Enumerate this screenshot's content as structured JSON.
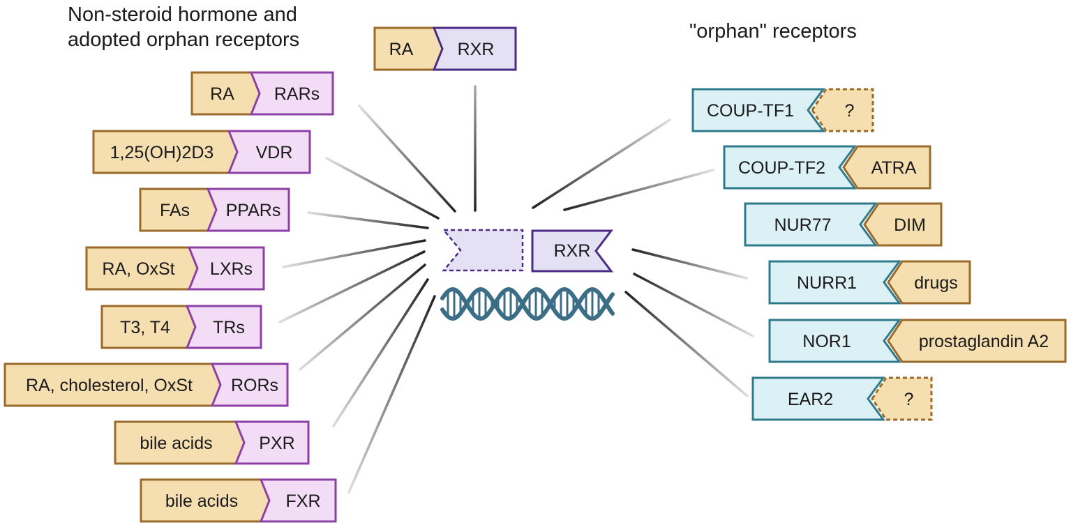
{
  "headers": {
    "left": [
      "Non-steroid hormone and",
      "adopted orphan receptors"
    ],
    "right": "\"orphan\" receptors"
  },
  "top_pair": {
    "ligand": "RA",
    "receptor": "RXR"
  },
  "center": {
    "partner": "RXR",
    "dna": "dna-helix-icon"
  },
  "left_pairs": [
    {
      "ligand": "RA",
      "receptor": "RARs"
    },
    {
      "ligand": "1,25(OH)2D3",
      "receptor": "VDR"
    },
    {
      "ligand": "FAs",
      "receptor": "PPARs"
    },
    {
      "ligand": "RA, OxSt",
      "receptor": "LXRs"
    },
    {
      "ligand": "T3, T4",
      "receptor": "TRs"
    },
    {
      "ligand": "RA, cholesterol, OxSt",
      "receptor": "RORs"
    },
    {
      "ligand": "bile acids",
      "receptor": "PXR"
    },
    {
      "ligand": "bile acids",
      "receptor": "FXR"
    }
  ],
  "right_pairs": [
    {
      "receptor": "COUP-TF1",
      "ligand": "?",
      "unknown": true
    },
    {
      "receptor": "COUP-TF2",
      "ligand": "ATRA",
      "unknown": false
    },
    {
      "receptor": "NUR77",
      "ligand": "DIM",
      "unknown": false
    },
    {
      "receptor": "NURR1",
      "ligand": "drugs",
      "unknown": false
    },
    {
      "receptor": "NOR1",
      "ligand": "prostaglandin A2",
      "unknown": false
    },
    {
      "receptor": "EAR2",
      "ligand": "?",
      "unknown": true
    }
  ],
  "colors": {
    "ligand_fill": "#f5deb0",
    "ligand_stroke": "#9a6a2a",
    "left_receptor_fill": "#f3ddf6",
    "left_receptor_stroke": "#8e3fa6",
    "rxr_fill": "#e4e1f5",
    "rxr_stroke": "#4b2a86",
    "orphan_fill": "#dcf1f6",
    "orphan_stroke": "#2f7a8a",
    "dna": "#3b6e86",
    "line": "#222222"
  }
}
